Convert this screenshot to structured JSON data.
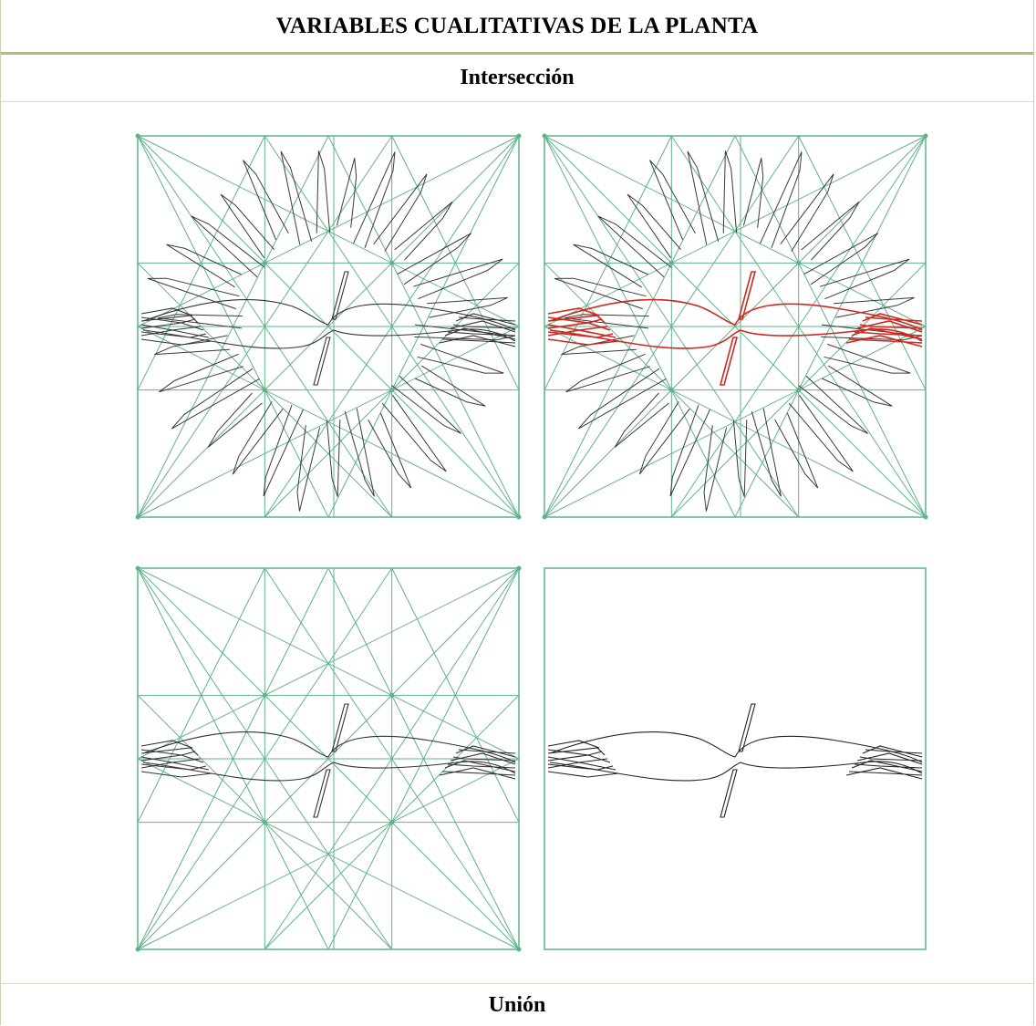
{
  "table": {
    "title": "VARIABLES CUALITATIVAS DE LA PLANTA",
    "subtitle": "Intersección",
    "footer_label": "Unión"
  },
  "figure": {
    "panels": [
      {
        "id": "top-left",
        "grid": true,
        "leaves": true,
        "plant_color": "#333333"
      },
      {
        "id": "top-right",
        "grid": true,
        "leaves": true,
        "plant_color": "#cc2a22"
      },
      {
        "id": "bottom-left",
        "grid": true,
        "leaves": false,
        "plant_color": "#333333"
      },
      {
        "id": "bottom-right",
        "grid": false,
        "leaves": false,
        "plant_color": "#222222"
      }
    ],
    "colors": {
      "grid": "#5fb38a",
      "leaves": "#3a3a3a",
      "stem": "#333333"
    }
  }
}
